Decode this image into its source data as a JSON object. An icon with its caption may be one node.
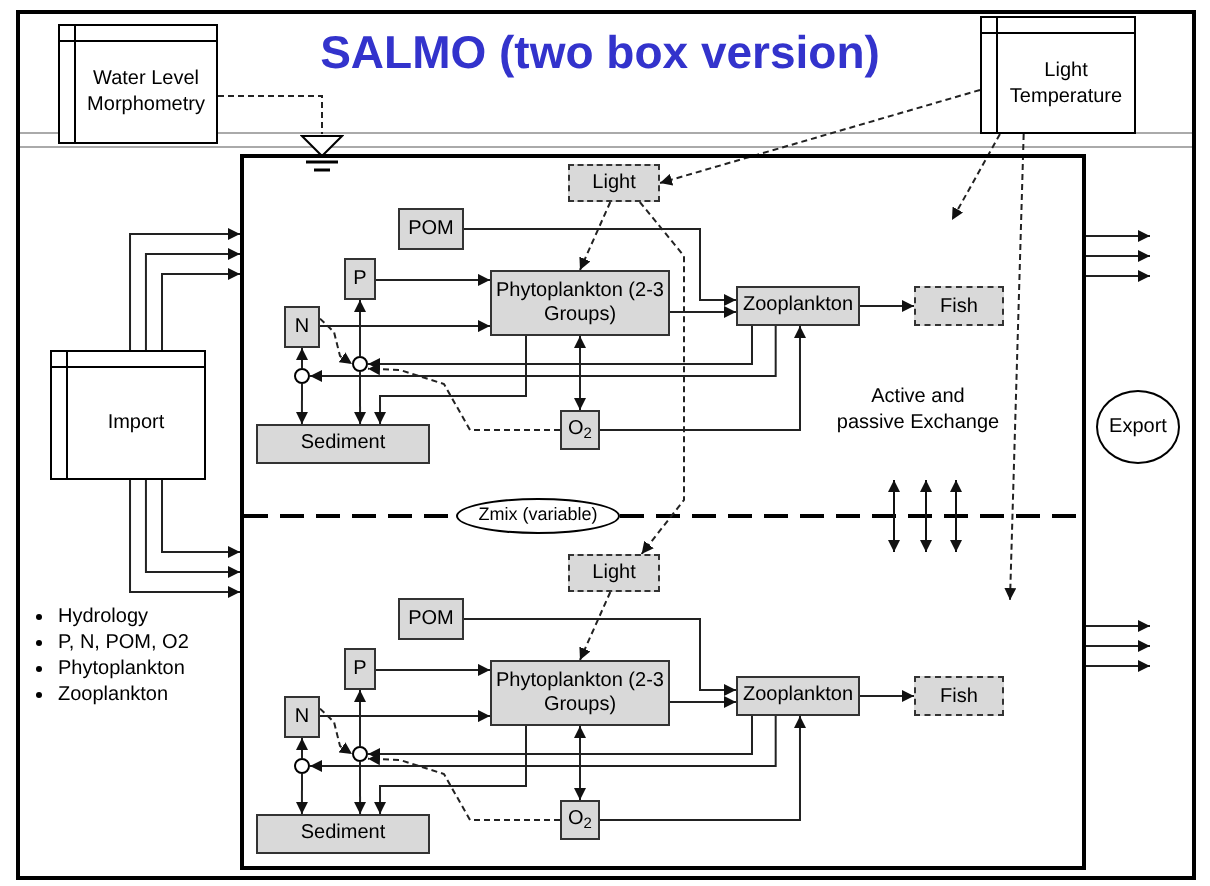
{
  "diagram": {
    "title": "SALMO (two box version)",
    "nodes": [
      {
        "text": [
          "Water Level Morphometry"
        ]
      },
      {
        "text": [],
        "shape": "triangle"
      },
      {
        "text": [
          "Light Temperature"
        ]
      },
      {
        "text": [],
        "shape": "box"
      },
      {
        "text": [
          "Import"
        ]
      },
      {
        "text": [
          "Export"
        ]
      },
      {
        "text": [
          "Zmix (variable)"
        ],
        "in": 3
      },
      {
        "text": [
          "Light"
        ],
        "in": 3
      },
      {
        "text": [
          "POM"
        ],
        "in": 3
      },
      {
        "text": [
          "P"
        ],
        "in": 3
      },
      {
        "text": [
          "N"
        ],
        "in": 3
      },
      {
        "text": [
          "Phytoplankton (2-3 Groups)"
        ],
        "in": 3
      },
      {
        "text": [
          "Zooplankton"
        ],
        "in": 3
      },
      {
        "text": [
          "Fish"
        ],
        "in": 3
      },
      {
        "text": [
          "Sediment"
        ],
        "in": 3
      },
      {
        "text": [
          "O$_{2}$"
        ],
        "in": 3
      },
      {
        "text": [],
        "shape": "circle",
        "in": 3
      },
      {
        "text": [],
        "shape": "circle",
        "in": 3
      },
      {
        "text": [
          "Light"
        ],
        "in": 3
      },
      {
        "text": [
          "POM"
        ],
        "in": 3
      },
      {
        "text": [
          "P"
        ],
        "in": 3
      },
      {
        "text": [
          "N"
        ],
        "in": 3
      },
      {
        "text": [
          "Phytoplankton (2-3 Groups)"
        ],
        "in": 3
      },
      {
        "text": [
          "Zooplankton"
        ],
        "in": 3
      },
      {
        "text": [
          "Fish"
        ],
        "in": 3
      },
      {
        "text": [
          "Sediment"
        ],
        "in": 3
      },
      {
        "text": [
          "O$_{2}$"
        ],
        "in": 3
      },
      {
        "text": [],
        "shape": "circle",
        "in": 3
      },
      {
        "text": [],
        "shape": "circle",
        "in": 3
      }
    ],
    "edges": [
      {
        "from": 0,
        "to": 1,
        "arrow": "none",
        "style": "dashed"
      },
      {
        "from": 2,
        "to": 7,
        "arrow": "to",
        "style": "dashed"
      },
      {
        "from": 2,
        "to": null,
        "arrow": "to",
        "style": "dashed"
      },
      {
        "from": 2,
        "to": null,
        "arrow": "to",
        "style": "dashed"
      },
      {
        "from": 7,
        "to": 18,
        "arrow": "to",
        "style": "dashed"
      },
      {
        "from": 4,
        "to": 3,
        "arrow": "to"
      },
      {
        "from": 4,
        "to": 3,
        "arrow": "to"
      },
      {
        "from": 4,
        "to": 3,
        "arrow": "to"
      },
      {
        "from": 4,
        "to": 3,
        "arrow": "to"
      },
      {
        "from": 4,
        "to": 3,
        "arrow": "to"
      },
      {
        "from": 4,
        "to": 3,
        "arrow": "to"
      },
      {
        "from": 3,
        "to": null,
        "arrow": "to"
      },
      {
        "from": 3,
        "to": null,
        "arrow": "to"
      },
      {
        "from": 3,
        "to": null,
        "arrow": "to"
      },
      {
        "from": 3,
        "to": null,
        "arrow": "to"
      },
      {
        "from": 3,
        "to": null,
        "arrow": "to"
      },
      {
        "from": 3,
        "to": null,
        "arrow": "to"
      },
      {
        "from": 8,
        "to": 12,
        "arrow": "to"
      },
      {
        "from": 9,
        "to": 11,
        "arrow": "to"
      },
      {
        "from": 10,
        "to": 11,
        "arrow": "to"
      },
      {
        "from": 11,
        "to": 12,
        "arrow": "to"
      },
      {
        "from": 12,
        "to": 13,
        "arrow": "to"
      },
      {
        "from": 7,
        "to": 11,
        "arrow": "to",
        "style": "dashed"
      },
      {
        "from": 11,
        "to": 15,
        "arrow": "both"
      },
      {
        "from": 15,
        "to": 12,
        "arrow": "to"
      },
      {
        "from": 12,
        "to": 16,
        "arrow": "to"
      },
      {
        "from": 12,
        "to": 17,
        "arrow": "to"
      },
      {
        "from": 11,
        "to": 14,
        "arrow": "to"
      },
      {
        "from": 16,
        "to": 9,
        "arrow": "to"
      },
      {
        "from": 16,
        "to": 14,
        "arrow": "to"
      },
      {
        "from": 17,
        "to": 10,
        "arrow": "to"
      },
      {
        "from": 17,
        "to": 14,
        "arrow": "to"
      },
      {
        "from": 15,
        "to": 16,
        "arrow": "to",
        "style": "dashed"
      },
      {
        "from": 10,
        "to": 16,
        "arrow": "to",
        "style": "dashed"
      },
      {
        "from": 19,
        "to": 23,
        "arrow": "to"
      },
      {
        "from": 20,
        "to": 22,
        "arrow": "to"
      },
      {
        "from": 21,
        "to": 22,
        "arrow": "to"
      },
      {
        "from": 22,
        "to": 23,
        "arrow": "to"
      },
      {
        "from": 23,
        "to": 24,
        "arrow": "to"
      },
      {
        "from": 18,
        "to": 22,
        "arrow": "to",
        "style": "dashed"
      },
      {
        "from": 22,
        "to": 26,
        "arrow": "both"
      },
      {
        "from": 26,
        "to": 23,
        "arrow": "to"
      },
      {
        "from": 23,
        "to": 27,
        "arrow": "to"
      },
      {
        "from": 23,
        "to": 28,
        "arrow": "to"
      },
      {
        "from": 22,
        "to": 25,
        "arrow": "to"
      },
      {
        "from": 27,
        "to": 20,
        "arrow": "to"
      },
      {
        "from": 27,
        "to": 25,
        "arrow": "to"
      },
      {
        "from": 28,
        "to": 21,
        "arrow": "to"
      },
      {
        "from": 28,
        "to": 25,
        "arrow": "to"
      },
      {
        "from": 26,
        "to": 27,
        "arrow": "to",
        "style": "dashed"
      },
      {
        "from": 21,
        "to": 27,
        "arrow": "to",
        "style": "dashed"
      }
    ],
    "labels": [
      "Active and passive Exchange",
      "Hydrology",
      "P, N, POM, O2",
      "Phytoplankton",
      "Zooplankton"
    ]
  }
}
